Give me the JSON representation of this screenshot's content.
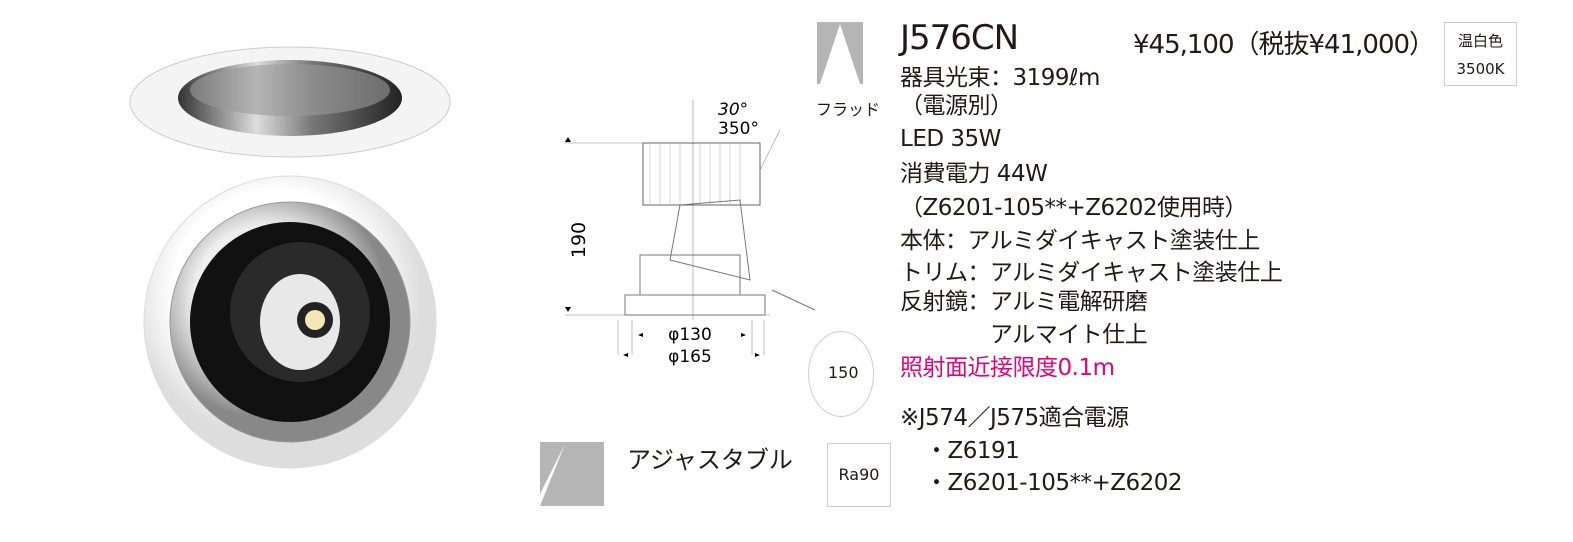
{
  "model": "J576CN",
  "price": "¥45,100（税抜¥41,000）",
  "color_badge": {
    "line1": "温白色",
    "line2": "3500K"
  },
  "beam_label": "フラッド",
  "adjust_label": "アジャスタブル",
  "ra_badge": "Ra90",
  "specs": [
    "器具光束：3199ℓm",
    "（電源別）",
    "LED 35W",
    "消費電力 44W",
    "（Z6201-105**+Z6202使用時）",
    "本体：アルミダイキャスト塗装仕上",
    "トリム：アルミダイキャスト塗装仕上",
    "反射鏡：アルミ電解研磨",
    "アルマイト仕上"
  ],
  "warning": "照射面近接限度0.1m",
  "power_note": "※J574／J575適合電源",
  "power_items": [
    "・Z6191",
    "・Z6201-105**+Z6202"
  ],
  "drawing": {
    "tilt": "30°",
    "rotate": "350°",
    "height": "190",
    "phi1": "φ130",
    "phi2": "φ165",
    "cutout": "150"
  },
  "colors": {
    "warning": "#e4007f",
    "icon_gray": "#b5b5b5"
  }
}
